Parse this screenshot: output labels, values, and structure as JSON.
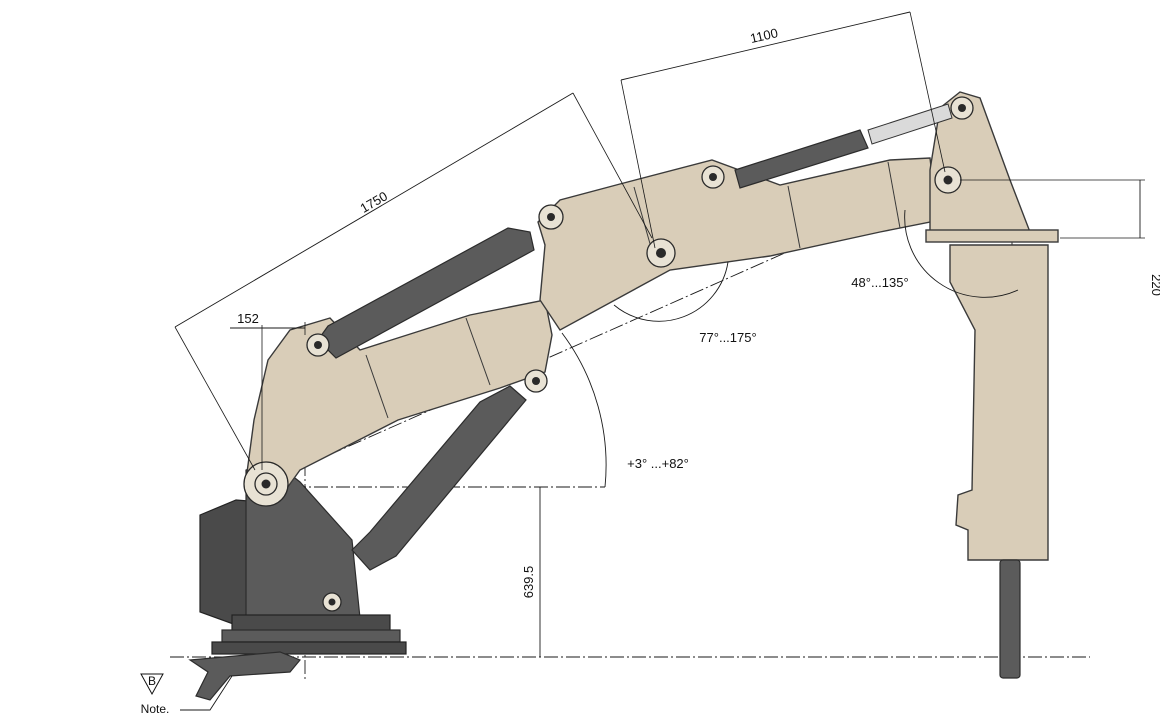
{
  "dimensions": {
    "upper_arm_length": "1100",
    "lower_arm_length": "1750",
    "base_offset": "152",
    "pivot_height": "639.5",
    "tool_offset": "220"
  },
  "angles": {
    "lower_arm_range": "+3° ...+82°",
    "upper_arm_range": "77°...175°",
    "tool_range": "48°...135°"
  },
  "section_marker": "B",
  "note_label": "Note.",
  "colors": {
    "arm_fill": "#d9cdb8",
    "cylinder_fill": "#5b5b5b",
    "base_fill": "#4a4a4a"
  }
}
